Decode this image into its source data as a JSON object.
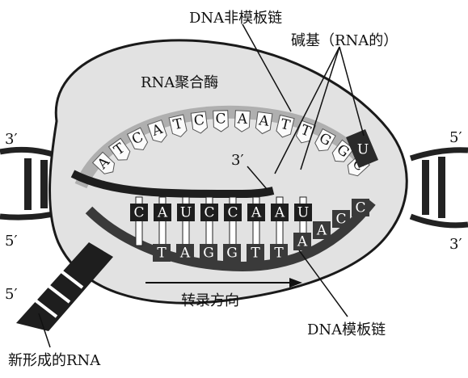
{
  "labels": {
    "non_template_strand": "DNA非模板链",
    "bases_rna": "碱基（RNA的）",
    "rna_polymerase": "RNA聚合酶",
    "template_strand": "DNA模板链",
    "direction": "转录方向",
    "new_rna": "新形成的RNA"
  },
  "ends": {
    "left_top": "3′",
    "left_mid": "5′",
    "left_bottom": "5′",
    "right_top": "5′",
    "right_bottom": "3′",
    "rna_three_prime": "3′"
  },
  "non_template_bases": [
    "A",
    "T",
    "C",
    "A",
    "T",
    "C",
    "C",
    "A",
    "A",
    "T",
    "T",
    "G",
    "G",
    "C"
  ],
  "rna_bases": [
    "C",
    "A",
    "U",
    "C",
    "C",
    "A",
    "A",
    "U"
  ],
  "template_bases": [
    "T",
    "A",
    "G",
    "G",
    "T",
    "T",
    "A",
    "A",
    "C",
    "C"
  ],
  "free_nucleotides": [
    "U"
  ],
  "colors": {
    "ink": "#111111",
    "bubble": "#e2e2e2",
    "bubble_edge": "#1a1a1a",
    "strand_gray": "#b8b8b8",
    "dark": "#1e1e1e"
  }
}
